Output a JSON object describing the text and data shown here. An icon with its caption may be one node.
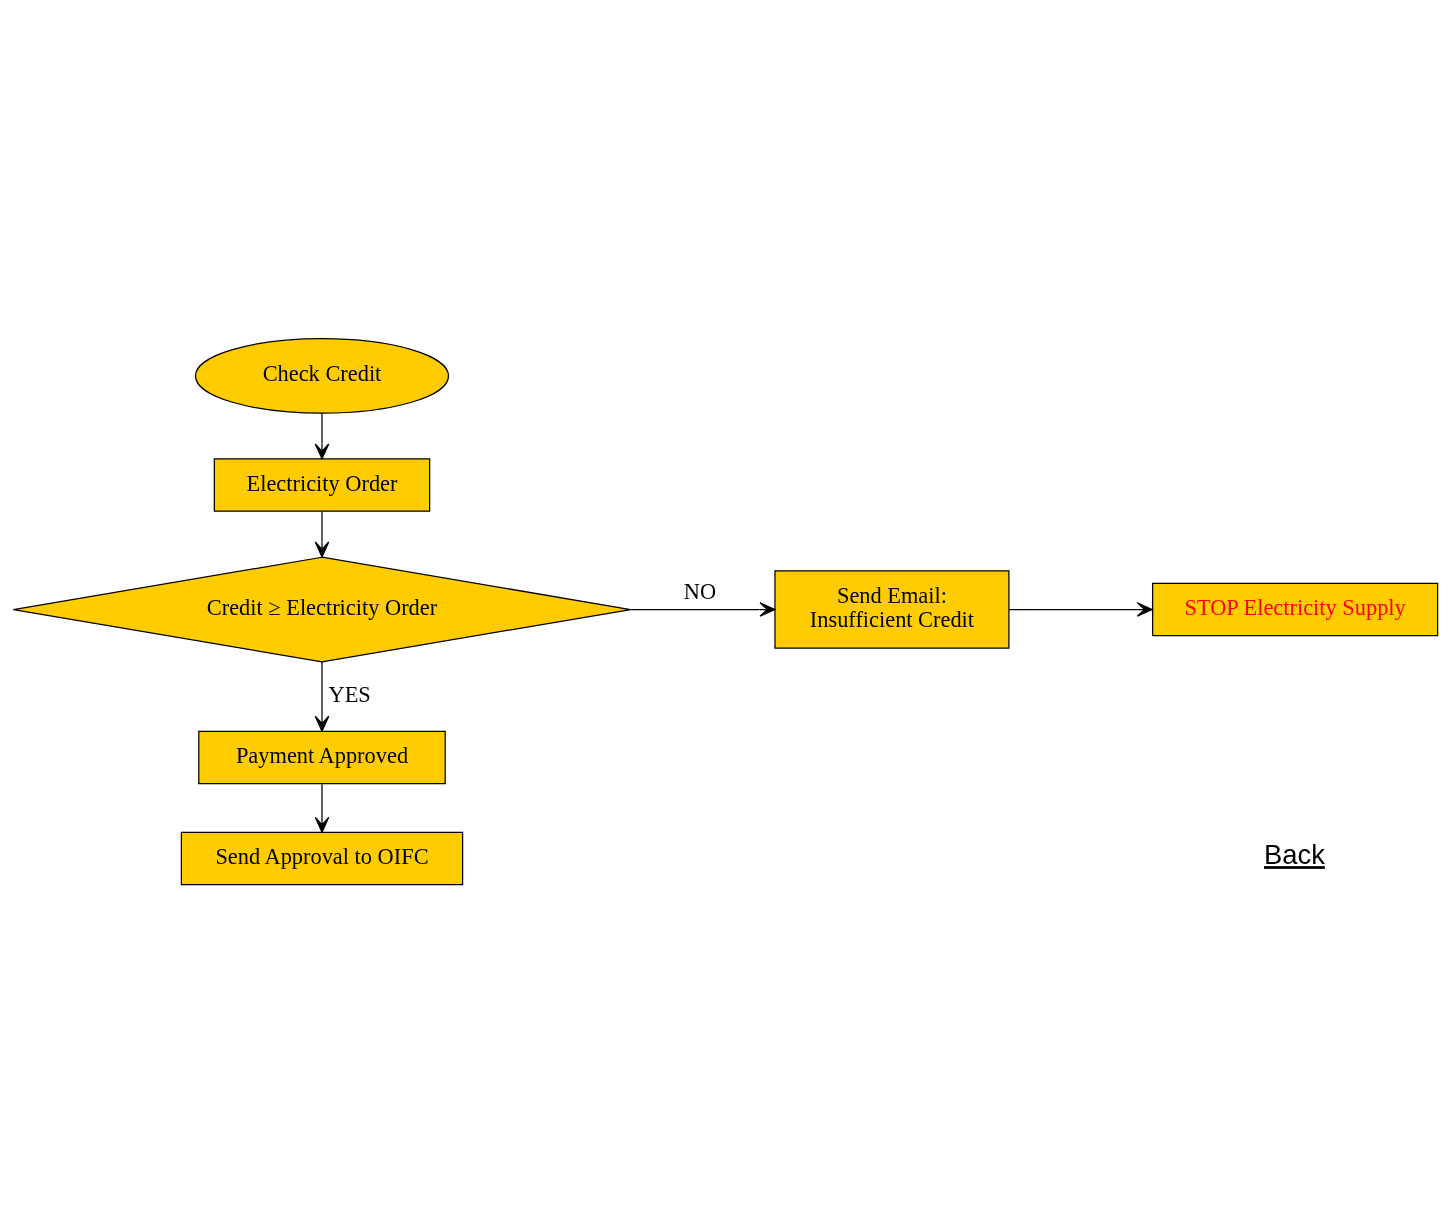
{
  "diagram": {
    "nodes": [
      {
        "text": [
          "Check Credit"
        ]
      },
      {
        "text": [
          "Electricity Order"
        ]
      },
      {
        "text": [
          "Credit ≥ Electricity Order"
        ]
      },
      {
        "text": [
          "Send Email:",
          "Insufficient Credit"
        ]
      },
      {
        "text": [
          "STOP Electricity Supply"
        ]
      },
      {
        "text": [
          "Payment Approved"
        ]
      },
      {
        "text": [
          "Send Approval to OIFC"
        ]
      }
    ],
    "edges": [
      {
        "from": 0,
        "to": 1,
        "arrow": "to"
      },
      {
        "from": 1,
        "to": 2,
        "arrow": "to"
      },
      {
        "from": 2,
        "to": 3,
        "arrow": "to",
        "label": "NO"
      },
      {
        "from": 3,
        "to": 4,
        "arrow": "to"
      },
      {
        "from": 2,
        "to": 5,
        "arrow": "to",
        "label": "YES"
      },
      {
        "from": 5,
        "to": 6,
        "arrow": "to"
      }
    ],
    "labels": [
      "Back"
    ]
  }
}
